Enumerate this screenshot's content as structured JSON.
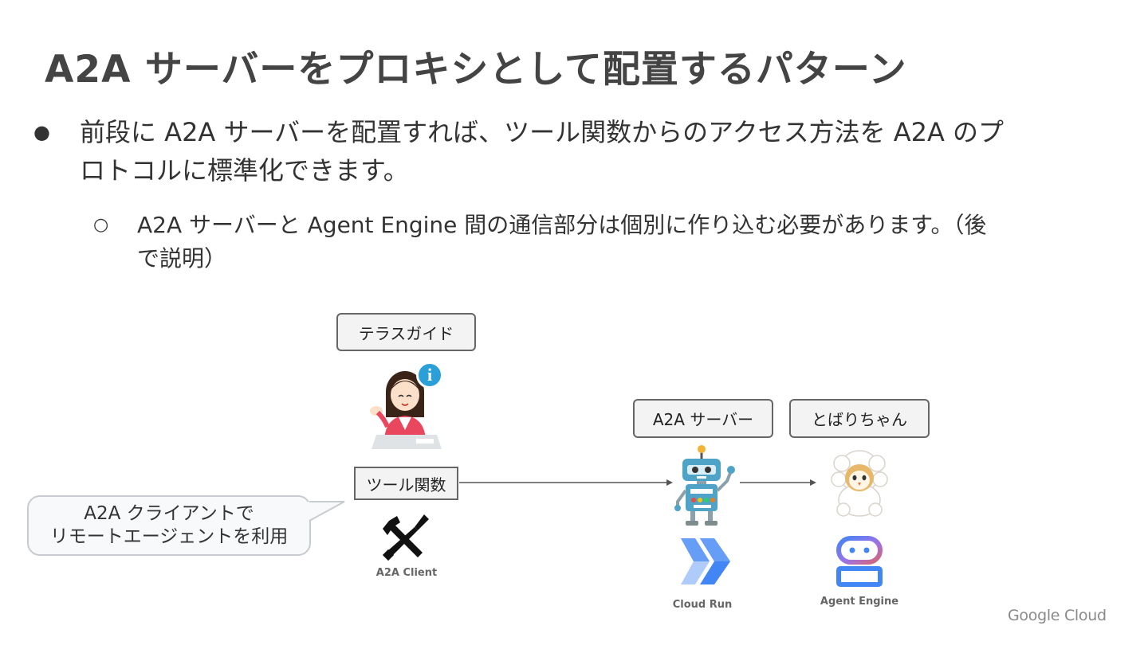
{
  "slide": {
    "title": "A2A サーバーをプロキシとして配置するパターン",
    "bullet1": {
      "marker": "●",
      "line1": "前段に A2A サーバーを配置すれば、ツール関数からのアクセス方法を A2A のプ",
      "line2": "ロトコルに標準化できます。"
    },
    "bullet2": {
      "marker": "○",
      "line1": "A2A サーバーと Agent Engine 間の通信部分は個別に作り込む必要があります。（後",
      "line2": "で説明）"
    }
  },
  "diagram": {
    "terrace_guide_label": "テラスガイド",
    "tool_function_label": "ツール関数",
    "a2a_server_label": "A2A サーバー",
    "tobari_label": "とばりちゃん",
    "callout_line1": "A2A クライアントで",
    "callout_line2": "リモートエージェントを利用",
    "a2a_client_caption": "A2A Client",
    "cloud_run_caption": "Cloud Run",
    "agent_engine_caption": "Agent Engine",
    "info_badge": "i",
    "icons": {
      "guide": "receptionist-icon",
      "tools": "tools-icon",
      "robot": "robot-icon",
      "cloud_run": "cloud-run-icon",
      "owl": "owl-icon",
      "agent_engine": "agent-engine-icon"
    },
    "colors": {
      "box_border": "#666666",
      "box_fill": "#f3f3f3",
      "arrow": "#555555",
      "cloud_run_blue": "#4285f4",
      "robot_body": "#4fa3c7"
    }
  },
  "footer": {
    "logo_text": "Google Cloud"
  }
}
